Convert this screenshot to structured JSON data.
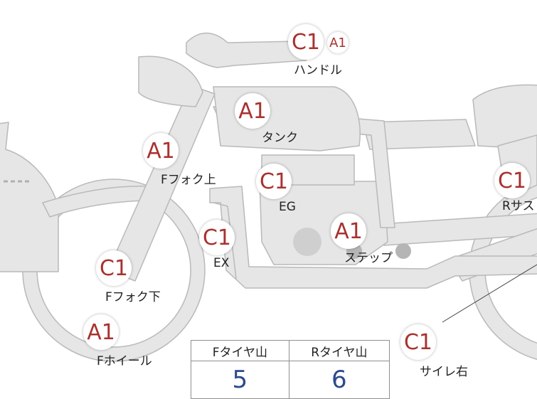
{
  "parts": [
    {
      "id": "handle",
      "label": "ハンドル",
      "grades": [
        "C1",
        "A1"
      ]
    },
    {
      "id": "tank",
      "label": "タンク",
      "grades": [
        "A1"
      ]
    },
    {
      "id": "ffork-upper",
      "label": "Fフォク上",
      "grades": [
        "A1"
      ]
    },
    {
      "id": "eg",
      "label": "EG",
      "grades": [
        "C1"
      ]
    },
    {
      "id": "ex",
      "label": "EX",
      "grades": [
        "C1"
      ]
    },
    {
      "id": "step",
      "label": "ステップ",
      "grades": [
        "A1"
      ]
    },
    {
      "id": "ffork-lower",
      "label": "Fフォク下",
      "grades": [
        "C1"
      ]
    },
    {
      "id": "fwheel",
      "label": "Fホイール",
      "grades": [
        "A1"
      ]
    },
    {
      "id": "rsus",
      "label": "Rサス",
      "grades": [
        "C1"
      ]
    },
    {
      "id": "silencer-right",
      "label": "サイレ右",
      "grades": [
        "C1"
      ]
    }
  ],
  "tires": {
    "headers": [
      "Fタイヤ山",
      "Rタイヤ山"
    ],
    "values": [
      "5",
      "6"
    ]
  },
  "colors": {
    "grade_text": "#a8322f",
    "tire_value": "#2b4a8c",
    "bike_fill": "#e6e6e6",
    "bike_outline": "#b9b9b9"
  }
}
